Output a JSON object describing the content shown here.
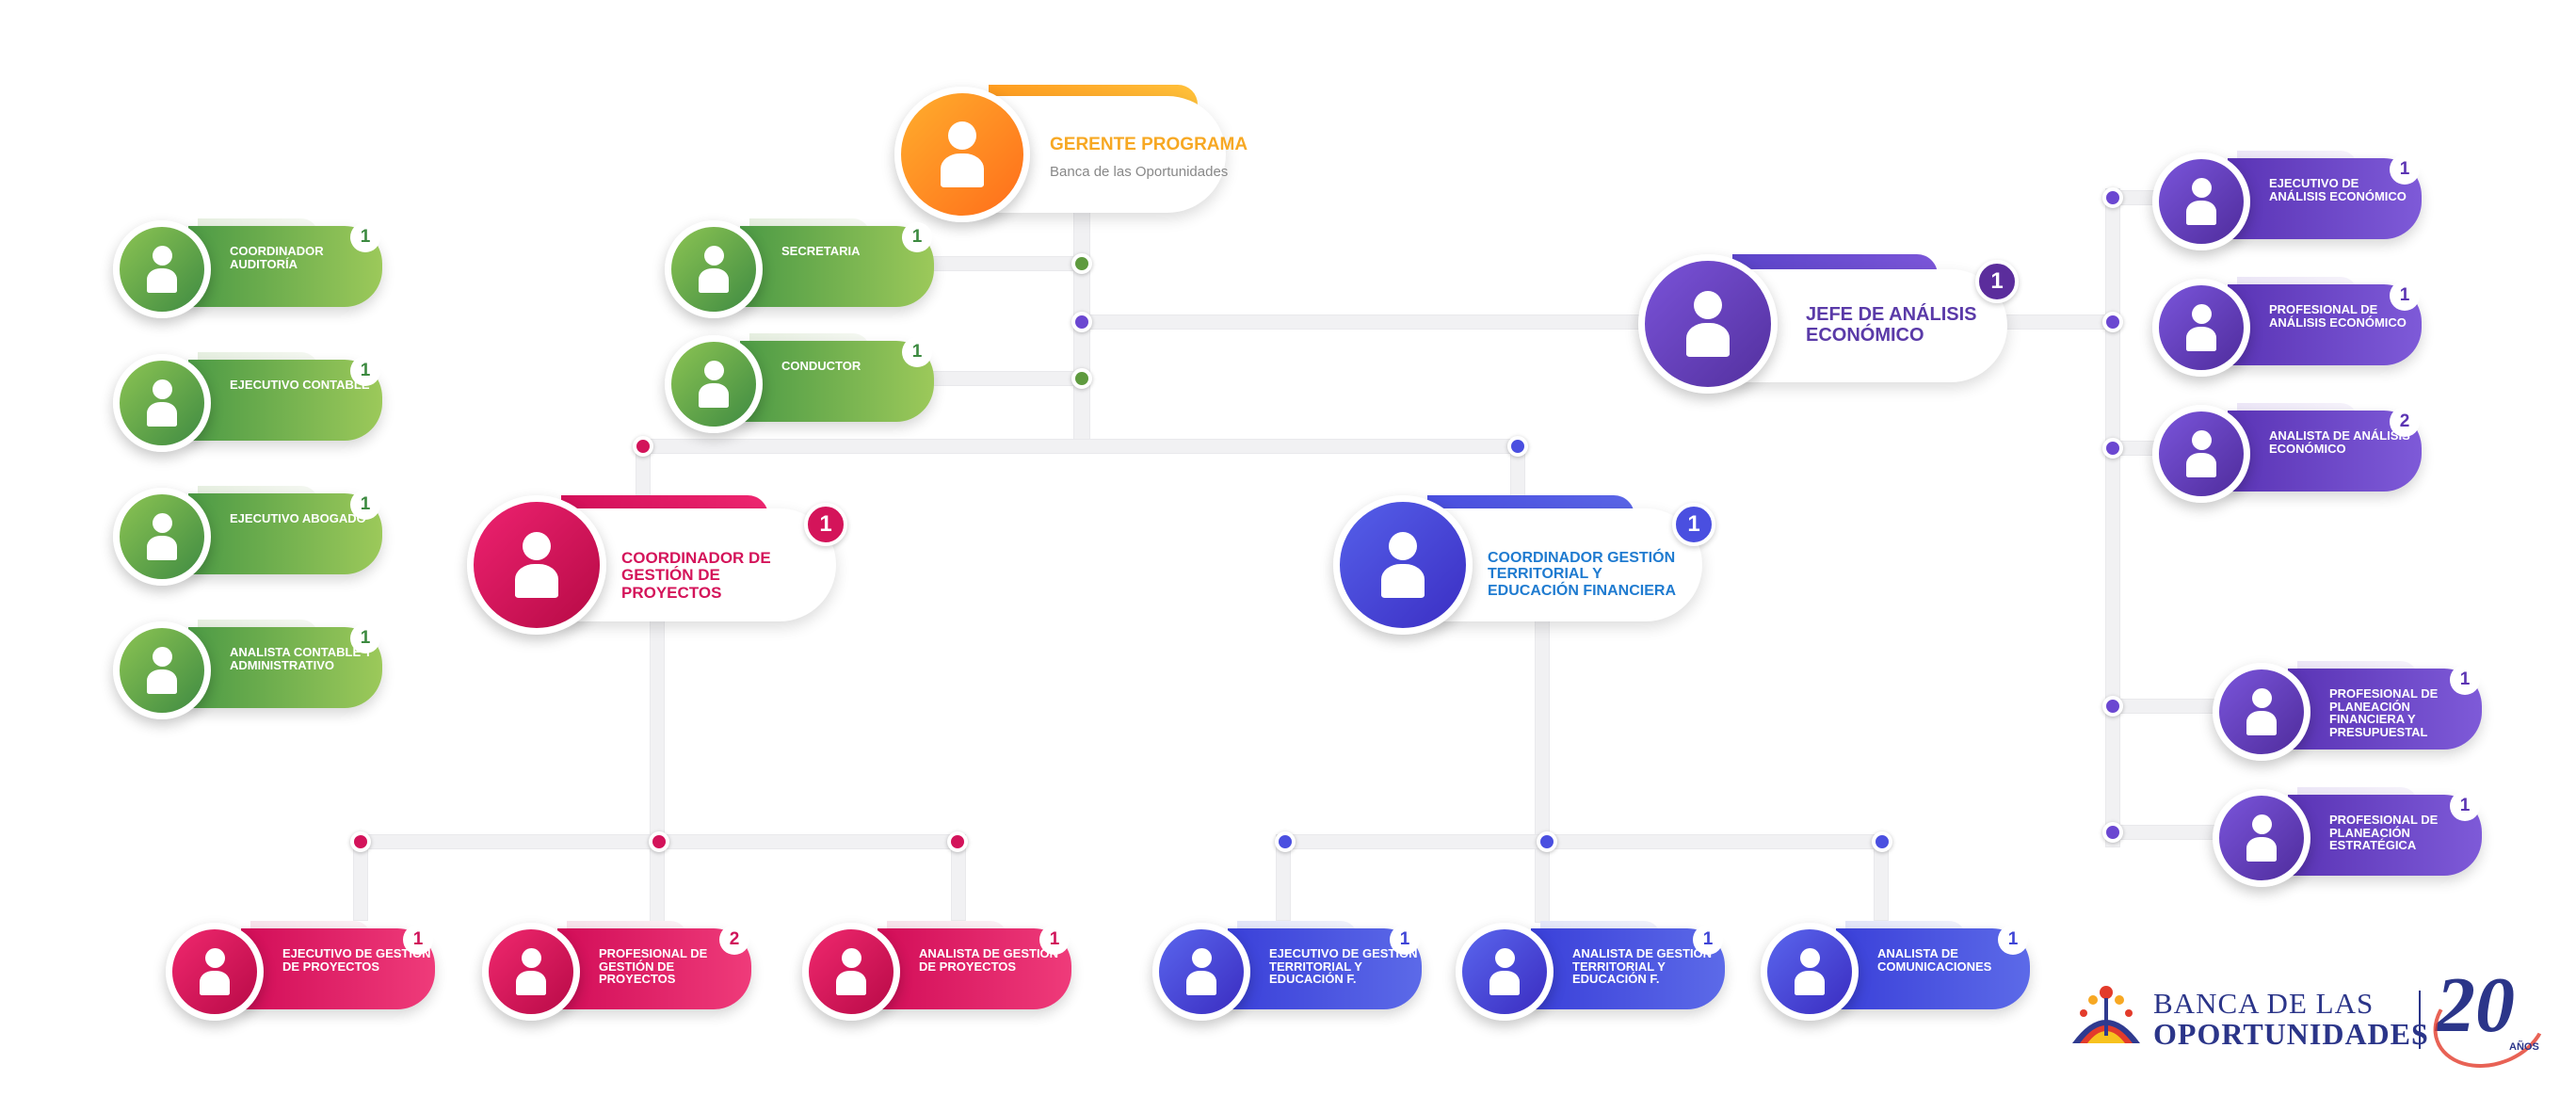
{
  "colors": {
    "green": "#7bb84f",
    "green_dark": "#3f8e43",
    "orange": "#ff8a1f",
    "orange_light": "#ffb733",
    "magenta": "#e3135d",
    "magenta_dark": "#c20a4a",
    "blue": "#4a4fe0",
    "blue_dark": "#3b2fc4",
    "purple": "#6b47d1",
    "purple_dark": "#54309f",
    "line": "#efeff2"
  },
  "nodes": {
    "gerente": {
      "title": "GERENTE PROGRAMA",
      "subtitle": "Banca de las Oportunidades"
    },
    "jefe": {
      "title": "JEFE DE ANÁLISIS ECONÓMICO",
      "count": "1"
    },
    "coord_proyectos": {
      "title": "COORDINADOR DE GESTIÓN DE PROYECTOS",
      "count": "1"
    },
    "coord_territorial": {
      "title": "COORDINADOR GESTIÓN TERRITORIAL Y EDUCACIÓN FINANCIERA",
      "count": "1"
    },
    "secretaria": {
      "title": "SECRETARIA",
      "count": "1"
    },
    "conductor": {
      "title": "CONDUCTOR",
      "count": "1"
    },
    "coord_auditoria": {
      "title": "COORDINADOR AUDITORÍA",
      "count": "1"
    },
    "ejec_contable": {
      "title": "EJECUTIVO CONTABLE",
      "count": "1"
    },
    "ejec_abogado": {
      "title": "EJECUTIVO ABOGADO",
      "count": "1"
    },
    "analista_contable": {
      "title": "ANALISTA CONTABLE Y ADMINISTRATIVO",
      "count": "1"
    },
    "ejec_analisis": {
      "title": "EJECUTIVO DE ANÁLISIS ECONÓMICO",
      "count": "1"
    },
    "prof_analisis": {
      "title": "PROFESIONAL DE ANÁLISIS ECONÓMICO",
      "count": "1"
    },
    "analista_analisis": {
      "title": "ANALISTA DE ANÁLISIS ECONÓMICO",
      "count": "2"
    },
    "prof_planeacion_fin": {
      "title": "PROFESIONAL DE PLANEACIÓN FINANCIERA Y PRESUPUESTAL",
      "count": "1"
    },
    "prof_planeacion_est": {
      "title": "PROFESIONAL DE PLANEACIÓN ESTRATÉGICA",
      "count": "1"
    },
    "ejec_gestion": {
      "title": "EJECUTIVO DE GESTIÓN DE PROYECTOS",
      "count": "1"
    },
    "prof_gestion": {
      "title": "PROFESIONAL DE GESTIÓN DE PROYECTOS",
      "count": "2"
    },
    "analista_gestion": {
      "title": "ANALISTA DE GESTIÓN DE PROYECTOS",
      "count": "1"
    },
    "ejec_territorial": {
      "title": "EJECUTIVO DE GESTIÓN TERRITORIAL Y EDUCACIÓN F.",
      "count": "1"
    },
    "analista_territorial": {
      "title": "ANALISTA DE GESTIÓN TERRITORIAL Y EDUCACIÓN F.",
      "count": "1"
    },
    "analista_comunicaciones": {
      "title": "ANALISTA DE COMUNICACIONES",
      "count": "1"
    }
  },
  "logo": {
    "line1": "BANCA DE LAS",
    "line2": "OPORTUNIDADES",
    "anniversary_number": "20",
    "anniversary_word": "AÑOS"
  }
}
